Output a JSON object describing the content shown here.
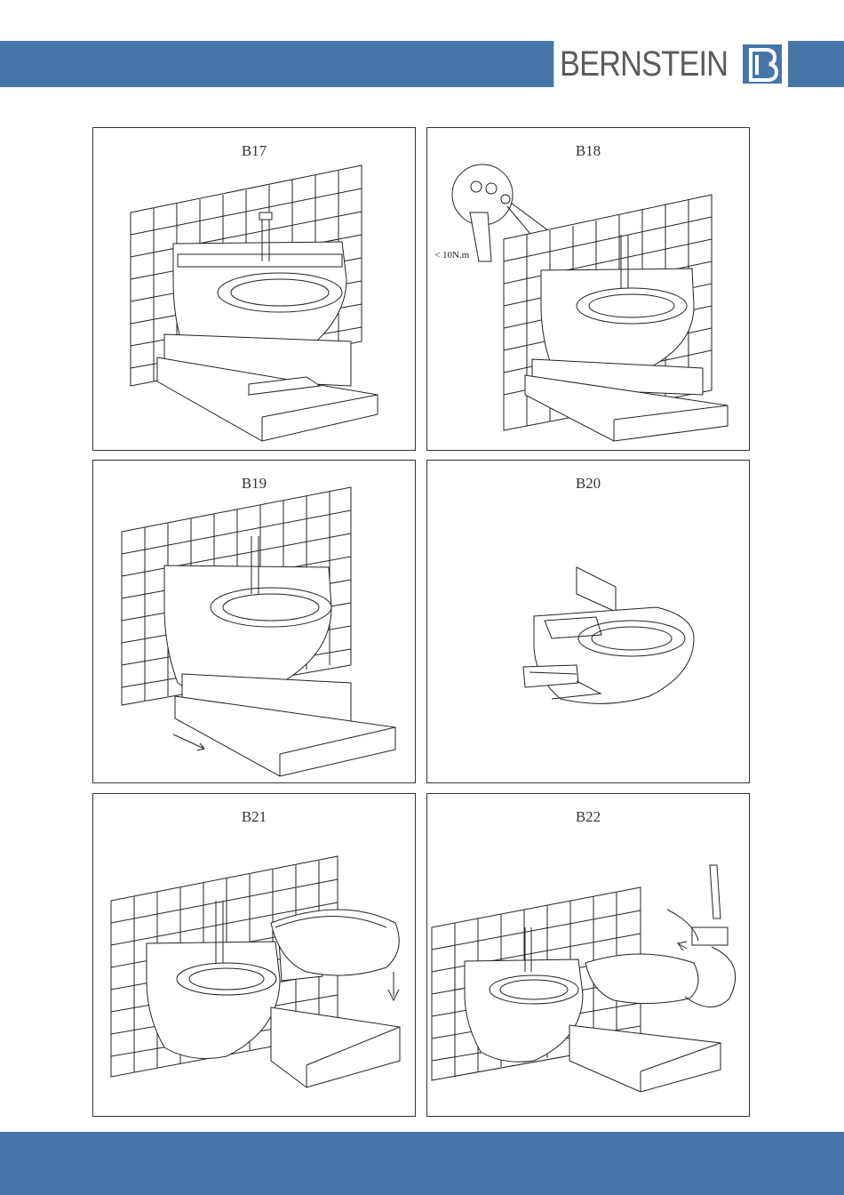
{
  "header": {
    "brand": "BERNSTEIN",
    "colors": {
      "bar": "#4676a8",
      "logo_text": "#5b5b5b"
    }
  },
  "panels": [
    {
      "label": "B17"
    },
    {
      "label": "B18",
      "torque_note": "< 10N.m"
    },
    {
      "label": "B19"
    },
    {
      "label": "B20"
    },
    {
      "label": "B21"
    },
    {
      "label": "B22"
    }
  ]
}
